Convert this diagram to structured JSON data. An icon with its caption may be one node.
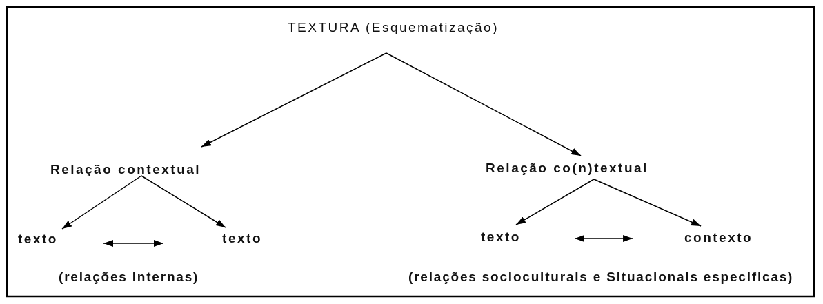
{
  "diagram": {
    "nodes": [
      {
        "text": [
          "TEXTURA (Esquematização)"
        ]
      },
      {
        "text": [
          "Relação contextual"
        ]
      },
      {
        "text": [
          "Relação co(n)textual"
        ]
      },
      {
        "text": [
          "texto"
        ]
      },
      {
        "text": [
          "texto"
        ]
      },
      {
        "text": [
          "texto"
        ]
      },
      {
        "text": [
          "contexto"
        ]
      }
    ],
    "edges": [
      {
        "from": 0,
        "to": 1,
        "arrow": "to"
      },
      {
        "from": 0,
        "to": 2,
        "arrow": "to"
      },
      {
        "from": 1,
        "to": 3,
        "arrow": "to"
      },
      {
        "from": 1,
        "to": 4,
        "arrow": "to"
      },
      {
        "from": 3,
        "to": 4,
        "arrow": "both"
      },
      {
        "from": 2,
        "to": 5,
        "arrow": "to"
      },
      {
        "from": 2,
        "to": 6,
        "arrow": "to"
      },
      {
        "from": 5,
        "to": 6,
        "arrow": "both"
      }
    ],
    "labels": [
      "(relações internas)",
      "(relações socioculturais e Situacionais especificas)"
    ]
  }
}
